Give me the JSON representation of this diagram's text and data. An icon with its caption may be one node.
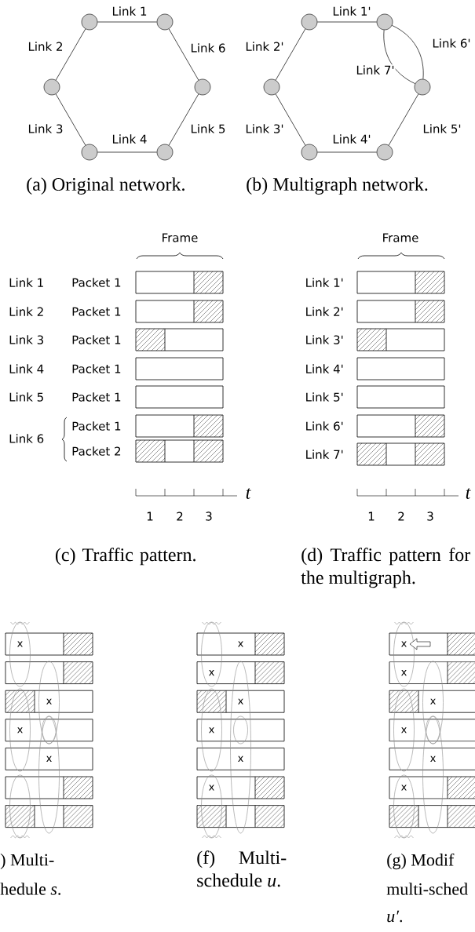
{
  "diagram": {
    "nodes": [
      {
        "text": [],
        "shape": "circle"
      },
      {
        "text": [],
        "shape": "circle"
      },
      {
        "text": [],
        "shape": "circle"
      },
      {
        "text": [],
        "shape": "circle"
      },
      {
        "text": [],
        "shape": "circle"
      },
      {
        "text": [],
        "shape": "circle"
      },
      {
        "text": [],
        "shape": "circle"
      },
      {
        "text": [],
        "shape": "circle"
      },
      {
        "text": [],
        "shape": "circle"
      },
      {
        "text": [],
        "shape": "circle"
      },
      {
        "text": [],
        "shape": "circle"
      },
      {
        "text": [],
        "shape": "circle"
      }
    ],
    "edges": [
      {
        "from": 0,
        "to": 1,
        "arrow": "none",
        "label": "Link 1"
      },
      {
        "from": 0,
        "to": 2,
        "arrow": "none",
        "label": "Link 2"
      },
      {
        "from": 2,
        "to": 4,
        "arrow": "none",
        "label": "Link 3"
      },
      {
        "from": 4,
        "to": 5,
        "arrow": "none",
        "label": "Link 4"
      },
      {
        "from": 5,
        "to": 3,
        "arrow": "none",
        "label": "Link 5"
      },
      {
        "from": 3,
        "to": 1,
        "arrow": "none",
        "label": "Link 6"
      },
      {
        "from": 6,
        "to": 7,
        "arrow": "none",
        "label": "Link 1'"
      },
      {
        "from": 6,
        "to": 8,
        "arrow": "none",
        "label": "Link 2'"
      },
      {
        "from": 8,
        "to": 10,
        "arrow": "none",
        "label": "Link 3'"
      },
      {
        "from": 10,
        "to": 11,
        "arrow": "none",
        "label": "Link 4'"
      },
      {
        "from": 11,
        "to": 9,
        "arrow": "none",
        "label": "Link 5'"
      },
      {
        "from": 7,
        "to": 9,
        "arrow": "none",
        "label": "Link 6'"
      },
      {
        "from": 7,
        "to": 9,
        "arrow": "none",
        "label": "Link 7'"
      }
    ],
    "labels": [
      "(a) Original network.",
      "(b) Multigraph network.",
      "Frame",
      "Link 1",
      "Link 2",
      "Link 3",
      "Link 4",
      "Link 5",
      "Link 6",
      "Packet 1",
      "Packet 1",
      "Packet 1",
      "Packet 1",
      "Packet 1",
      "Packet 1",
      "Packet 2",
      "1",
      "2",
      "3",
      "t",
      "Frame",
      "Link 1'",
      "Link 2'",
      "Link 3'",
      "Link 4'",
      "Link 5'",
      "Link 6'",
      "Link 7'",
      "1",
      "2",
      "3",
      "t",
      "(c) Traffic pattern.",
      "(d) Traffic pattern for the multigraph.",
      "x",
      "x",
      "x",
      "x",
      "x",
      "x",
      "x",
      "x",
      "x",
      "x",
      "x",
      "x",
      "x",
      "x",
      "x",
      "x",
      ") Multi-",
      "hedule *s*.",
      "(f) Multi-schedule *u*.",
      "(g) Modif",
      "multi-sched",
      "*u′*."
    ]
  }
}
